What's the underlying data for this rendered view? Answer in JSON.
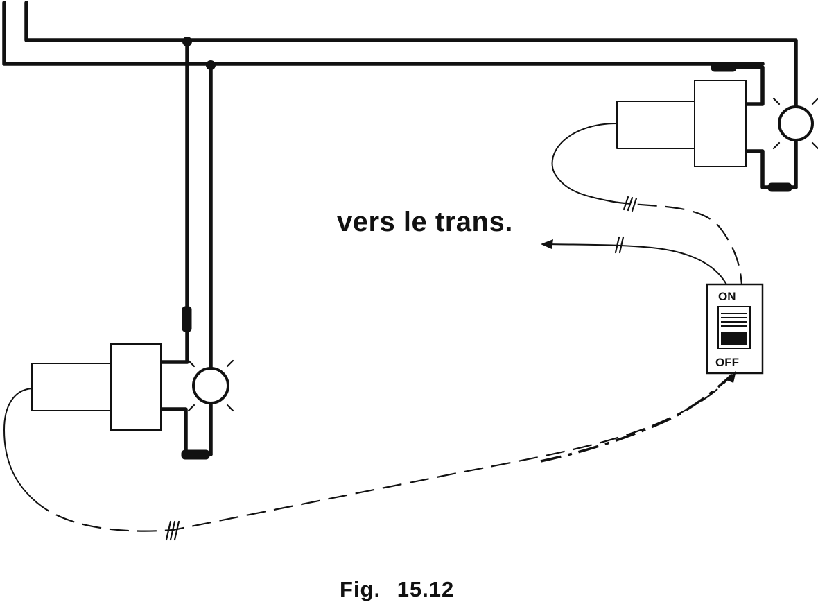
{
  "diagram": {
    "callout_label": "vers le trans.",
    "caption": "Fig.  15.12",
    "switch": {
      "on_label": "ON",
      "off_label": "OFF"
    },
    "colors": {
      "ink": "#111111",
      "paper": "#ffffff"
    }
  }
}
